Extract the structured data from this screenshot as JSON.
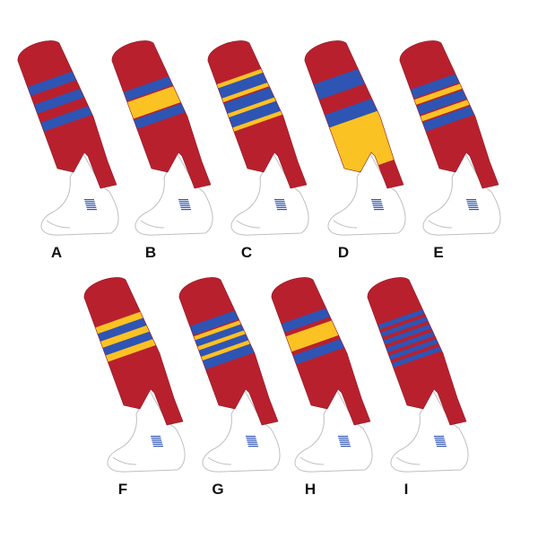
{
  "colors": {
    "red": "#b8202e",
    "blue": "#2e55b4",
    "gold": "#fbc224",
    "white": "#ffffff",
    "outline": "#bfbfbf"
  },
  "socks": [
    {
      "label": "A",
      "icon": "sock-icon",
      "pattern": [
        {
          "c": "blue",
          "y": 0.3,
          "h": 0.07
        },
        {
          "c": "blue",
          "y": 0.44,
          "h": 0.07
        },
        {
          "c": "blue",
          "y": 0.58,
          "h": 0.07
        }
      ]
    },
    {
      "label": "B",
      "icon": "sock-icon",
      "pattern": [
        {
          "c": "blue",
          "y": 0.34,
          "h": 0.07
        },
        {
          "c": "gold",
          "y": 0.42,
          "h": 0.13
        },
        {
          "c": "blue",
          "y": 0.56,
          "h": 0.07
        }
      ]
    },
    {
      "label": "C",
      "icon": "sock-icon",
      "pattern": [
        {
          "c": "gold",
          "y": 0.28,
          "h": 0.03
        },
        {
          "c": "blue",
          "y": 0.31,
          "h": 0.08
        },
        {
          "c": "gold",
          "y": 0.39,
          "h": 0.03
        },
        {
          "c": "blue",
          "y": 0.43,
          "h": 0.08
        },
        {
          "c": "gold",
          "y": 0.51,
          "h": 0.03
        },
        {
          "c": "blue",
          "y": 0.54,
          "h": 0.08
        },
        {
          "c": "gold",
          "y": 0.62,
          "h": 0.03
        }
      ]
    },
    {
      "label": "D",
      "icon": "sock-icon",
      "pattern": [
        {
          "c": "blue",
          "y": 0.28,
          "h": 0.12
        },
        {
          "c": "blue",
          "y": 0.52,
          "h": 0.1
        },
        {
          "c": "gold",
          "y": 0.62,
          "h": 0.38
        }
      ]
    },
    {
      "label": "E",
      "icon": "sock-icon",
      "pattern": [
        {
          "c": "blue",
          "y": 0.32,
          "h": 0.07
        },
        {
          "c": "gold",
          "y": 0.4,
          "h": 0.04
        },
        {
          "c": "blue",
          "y": 0.45,
          "h": 0.07
        },
        {
          "c": "gold",
          "y": 0.53,
          "h": 0.04
        },
        {
          "c": "blue",
          "y": 0.58,
          "h": 0.07
        }
      ]
    },
    {
      "label": "F",
      "icon": "sock-icon",
      "pattern": [
        {
          "c": "gold",
          "y": 0.33,
          "h": 0.05
        },
        {
          "c": "blue",
          "y": 0.38,
          "h": 0.06
        },
        {
          "c": "gold",
          "y": 0.44,
          "h": 0.05
        },
        {
          "c": "blue",
          "y": 0.49,
          "h": 0.06
        },
        {
          "c": "gold",
          "y": 0.55,
          "h": 0.05
        }
      ]
    },
    {
      "label": "G",
      "icon": "sock-icon",
      "pattern": [
        {
          "c": "blue",
          "y": 0.32,
          "h": 0.07
        },
        {
          "c": "gold",
          "y": 0.4,
          "h": 0.03
        },
        {
          "c": "blue",
          "y": 0.43,
          "h": 0.05
        },
        {
          "c": "gold",
          "y": 0.48,
          "h": 0.03
        },
        {
          "c": "blue",
          "y": 0.51,
          "h": 0.05
        },
        {
          "c": "gold",
          "y": 0.56,
          "h": 0.03
        },
        {
          "c": "blue",
          "y": 0.59,
          "h": 0.07
        }
      ]
    },
    {
      "label": "H",
      "icon": "sock-icon",
      "pattern": [
        {
          "c": "blue",
          "y": 0.3,
          "h": 0.07
        },
        {
          "c": "gold",
          "y": 0.4,
          "h": 0.12
        },
        {
          "c": "blue",
          "y": 0.55,
          "h": 0.07
        }
      ]
    },
    {
      "label": "I",
      "icon": "sock-icon",
      "pattern": [
        {
          "c": "blue",
          "y": 0.31,
          "h": 0.035
        },
        {
          "c": "blue",
          "y": 0.37,
          "h": 0.035
        },
        {
          "c": "blue",
          "y": 0.43,
          "h": 0.035
        },
        {
          "c": "blue",
          "y": 0.49,
          "h": 0.035
        },
        {
          "c": "blue",
          "y": 0.55,
          "h": 0.035
        },
        {
          "c": "blue",
          "y": 0.61,
          "h": 0.035
        }
      ]
    }
  ]
}
